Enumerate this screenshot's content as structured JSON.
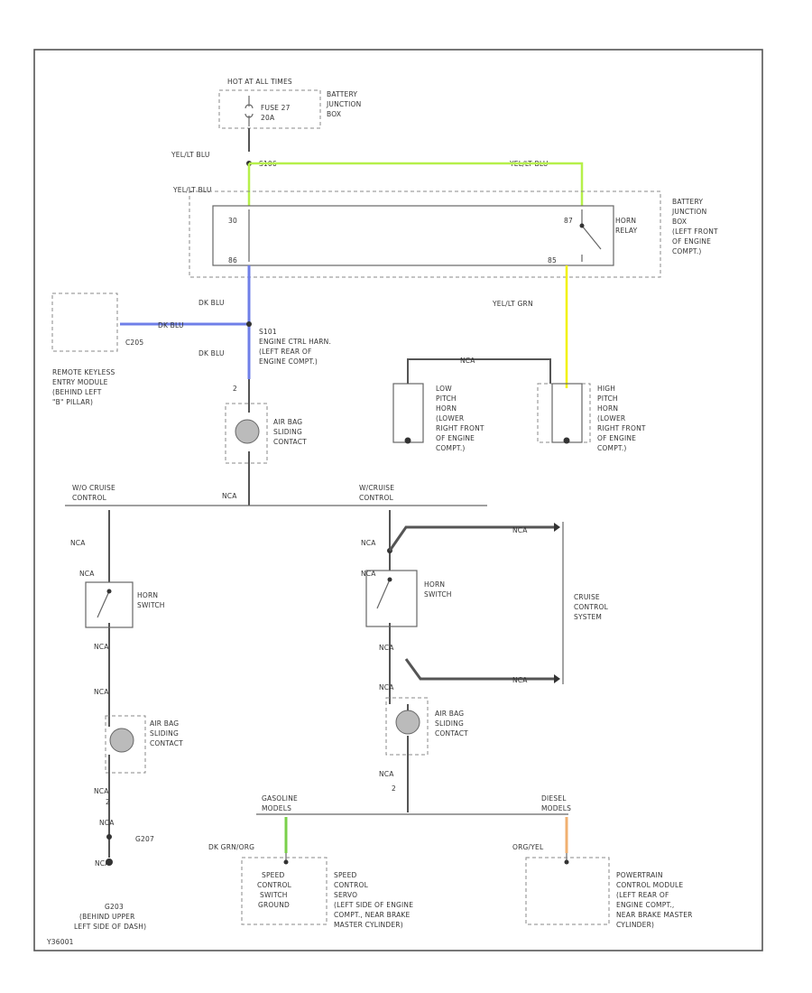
{
  "fuse_panel": {
    "hot": "HOT AT ALL TIMES",
    "fuse": "FUSE 27",
    "amps": "20A",
    "box": [
      "BATTERY",
      "JUNCTION",
      "BOX"
    ]
  },
  "wires": {
    "yel_blu_left": "YEL/LT BLU",
    "yel_blu_right": "YEL/LT BLU",
    "yel_blu_relay": "YEL/LT BLU",
    "yel_grn": "YEL/LT GRN",
    "dk_blu_top": "DK BLU",
    "dk_blu_mid": "DK BLU",
    "dk_blu_bottom": "DK BLU",
    "horn_link": "NCA",
    "dk_grn_org": "DK GRN/ORG",
    "org_yel": "ORG/YEL"
  },
  "terminals": {
    "s106": "S106",
    "t30": "30",
    "t86": "86",
    "t85": "85",
    "t87": "87",
    "c2": "2"
  },
  "relay_box": {
    "horn_relay": [
      "HORN",
      "RELAY"
    ],
    "label": [
      "BATTERY",
      "JUNCTION",
      "BOX",
      "(LEFT FRONT",
      "OF ENGINE",
      "COMPT.)"
    ]
  },
  "rke": {
    "connector": "C205",
    "label": [
      "REMOTE KEYLESS",
      "ENTRY MODULE",
      "(BEHIND LEFT",
      "\"B\" PILLAR)"
    ]
  },
  "splice_s101": {
    "id": "S101",
    "label": [
      "ENGINE CTRL HARN.",
      "(LEFT REAR OF",
      "ENGINE COMPT.)"
    ]
  },
  "horns": {
    "low": [
      "LOW",
      "PITCH",
      "HORN",
      "(LOWER",
      "RIGHT FRONT",
      "OF ENGINE",
      "COMPT.)"
    ],
    "high": [
      "HIGH",
      "PITCH",
      "HORN",
      "(LOWER",
      "RIGHT FRONT",
      "OF ENGINE",
      "COMPT.)"
    ]
  },
  "air_bag_contact": [
    "AIR BAG",
    "SLIDING",
    "CONTACT"
  ],
  "branches": {
    "no_cruise": [
      "W/O CRUISE",
      "CONTROL"
    ],
    "with_cruise": [
      "W/CRUISE",
      "CONTROL"
    ],
    "gasoline": [
      "GASOLINE",
      "MODELS"
    ],
    "diesel": [
      "DIESEL",
      "MODELS"
    ]
  },
  "horn_switch": [
    "HORN",
    "SWITCH"
  ],
  "cruise_system": [
    "CRUISE",
    "CONTROL",
    "SYSTEM"
  ],
  "grounds": {
    "g203": "G203",
    "g203_label": [
      "(BEHIND UPPER",
      "LEFT SIDE OF DASH)"
    ]
  },
  "speed_control": {
    "box": [
      "SPEED",
      "CONTROL",
      "SWITCH",
      "GROUND"
    ],
    "label": [
      "SPEED",
      "CONTROL",
      "SERVO",
      "(LEFT SIDE OF ENGINE",
      "COMPT., NEAR BRAKE",
      "MASTER CYLINDER)"
    ]
  },
  "pcm": {
    "label": [
      "POWERTRAIN",
      "CONTROL MODULE",
      "(LEFT REAR OF",
      "ENGINE COMPT.,",
      "NEAR BRAKE MASTER",
      "CYLINDER)"
    ]
  },
  "footer_code": "Y36001"
}
